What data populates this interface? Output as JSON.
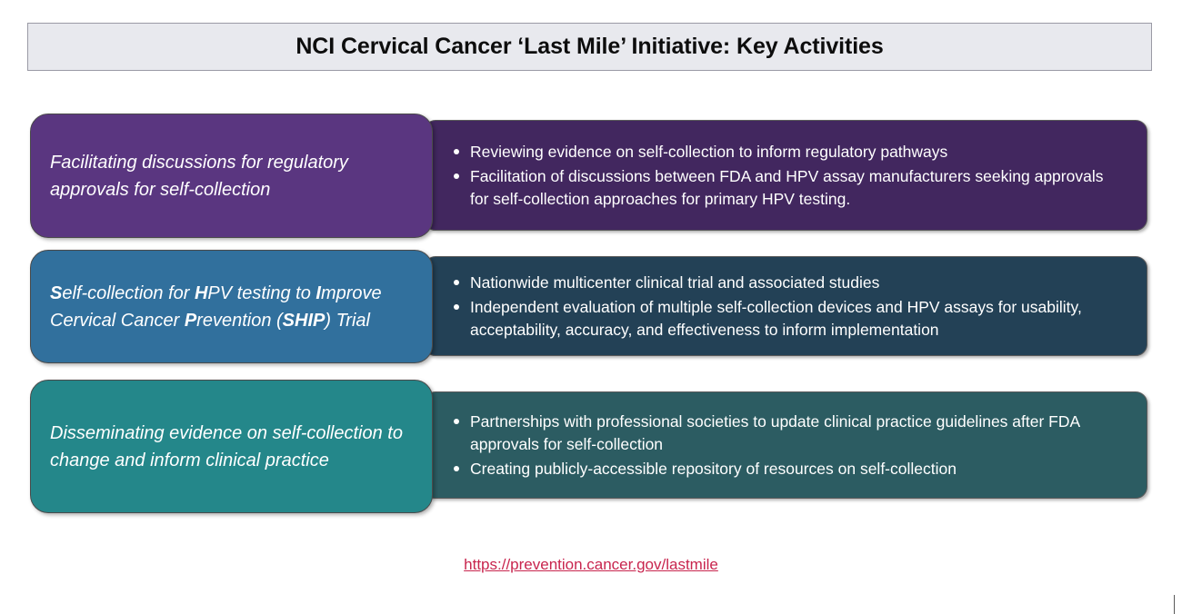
{
  "title": {
    "text": "NCI Cervical Cancer ‘Last Mile’ Initiative: Key Activities"
  },
  "colors": {
    "title_bar_fill": "#E8E9EE",
    "title_bar_border": "#9A9AA5",
    "purple_card": "#5A3680",
    "purple_panel": "#42275F",
    "blue_card": "#31709D",
    "blue_panel": "#234156",
    "teal_card": "#24878A",
    "teal_panel": "#2C5C62",
    "link": "#C8254E",
    "bullet_text": "#FFFFFF"
  },
  "rows": [
    {
      "id": "regulatory-approvals",
      "label_plain": "Facilitating discussions for regulatory approvals for self-collection",
      "label_html": "Facilitating discussions for regulatory approvals for self-collection",
      "bullets": [
        "Reviewing evidence on self-collection to inform regulatory pathways",
        "Facilitation of discussions between FDA and HPV assay manufacturers seeking approvals for self-collection approaches for primary HPV testing."
      ]
    },
    {
      "id": "ship-trial",
      "label_plain": "Self-collection for HPV testing to Improve Cervical Cancer Prevention (SHIP) Trial",
      "label_html": "<b>S</b>elf-collection for <b>H</b>PV testing to <b>I</b>mprove Cervical Cancer <b>P</b>revention (<b>SHIP</b>) Trial",
      "bullets": [
        "Nationwide multicenter clinical trial and associated studies",
        "Independent evaluation of multiple self-collection devices and HPV assays for usability, acceptability, accuracy, and effectiveness to inform implementation"
      ]
    },
    {
      "id": "disseminating-evidence",
      "label_plain": "Disseminating evidence on self-collection to change and inform clinical practice",
      "label_html": "Disseminating evidence on self-collection to change and inform clinical practice",
      "bullets": [
        "Partnerships with professional societies to update clinical practice guidelines after FDA approvals for self-collection",
        "Creating publicly-accessible repository of resources on self-collection"
      ]
    }
  ],
  "footer": {
    "link_text": "https://prevention.cancer.gov/lastmile"
  }
}
